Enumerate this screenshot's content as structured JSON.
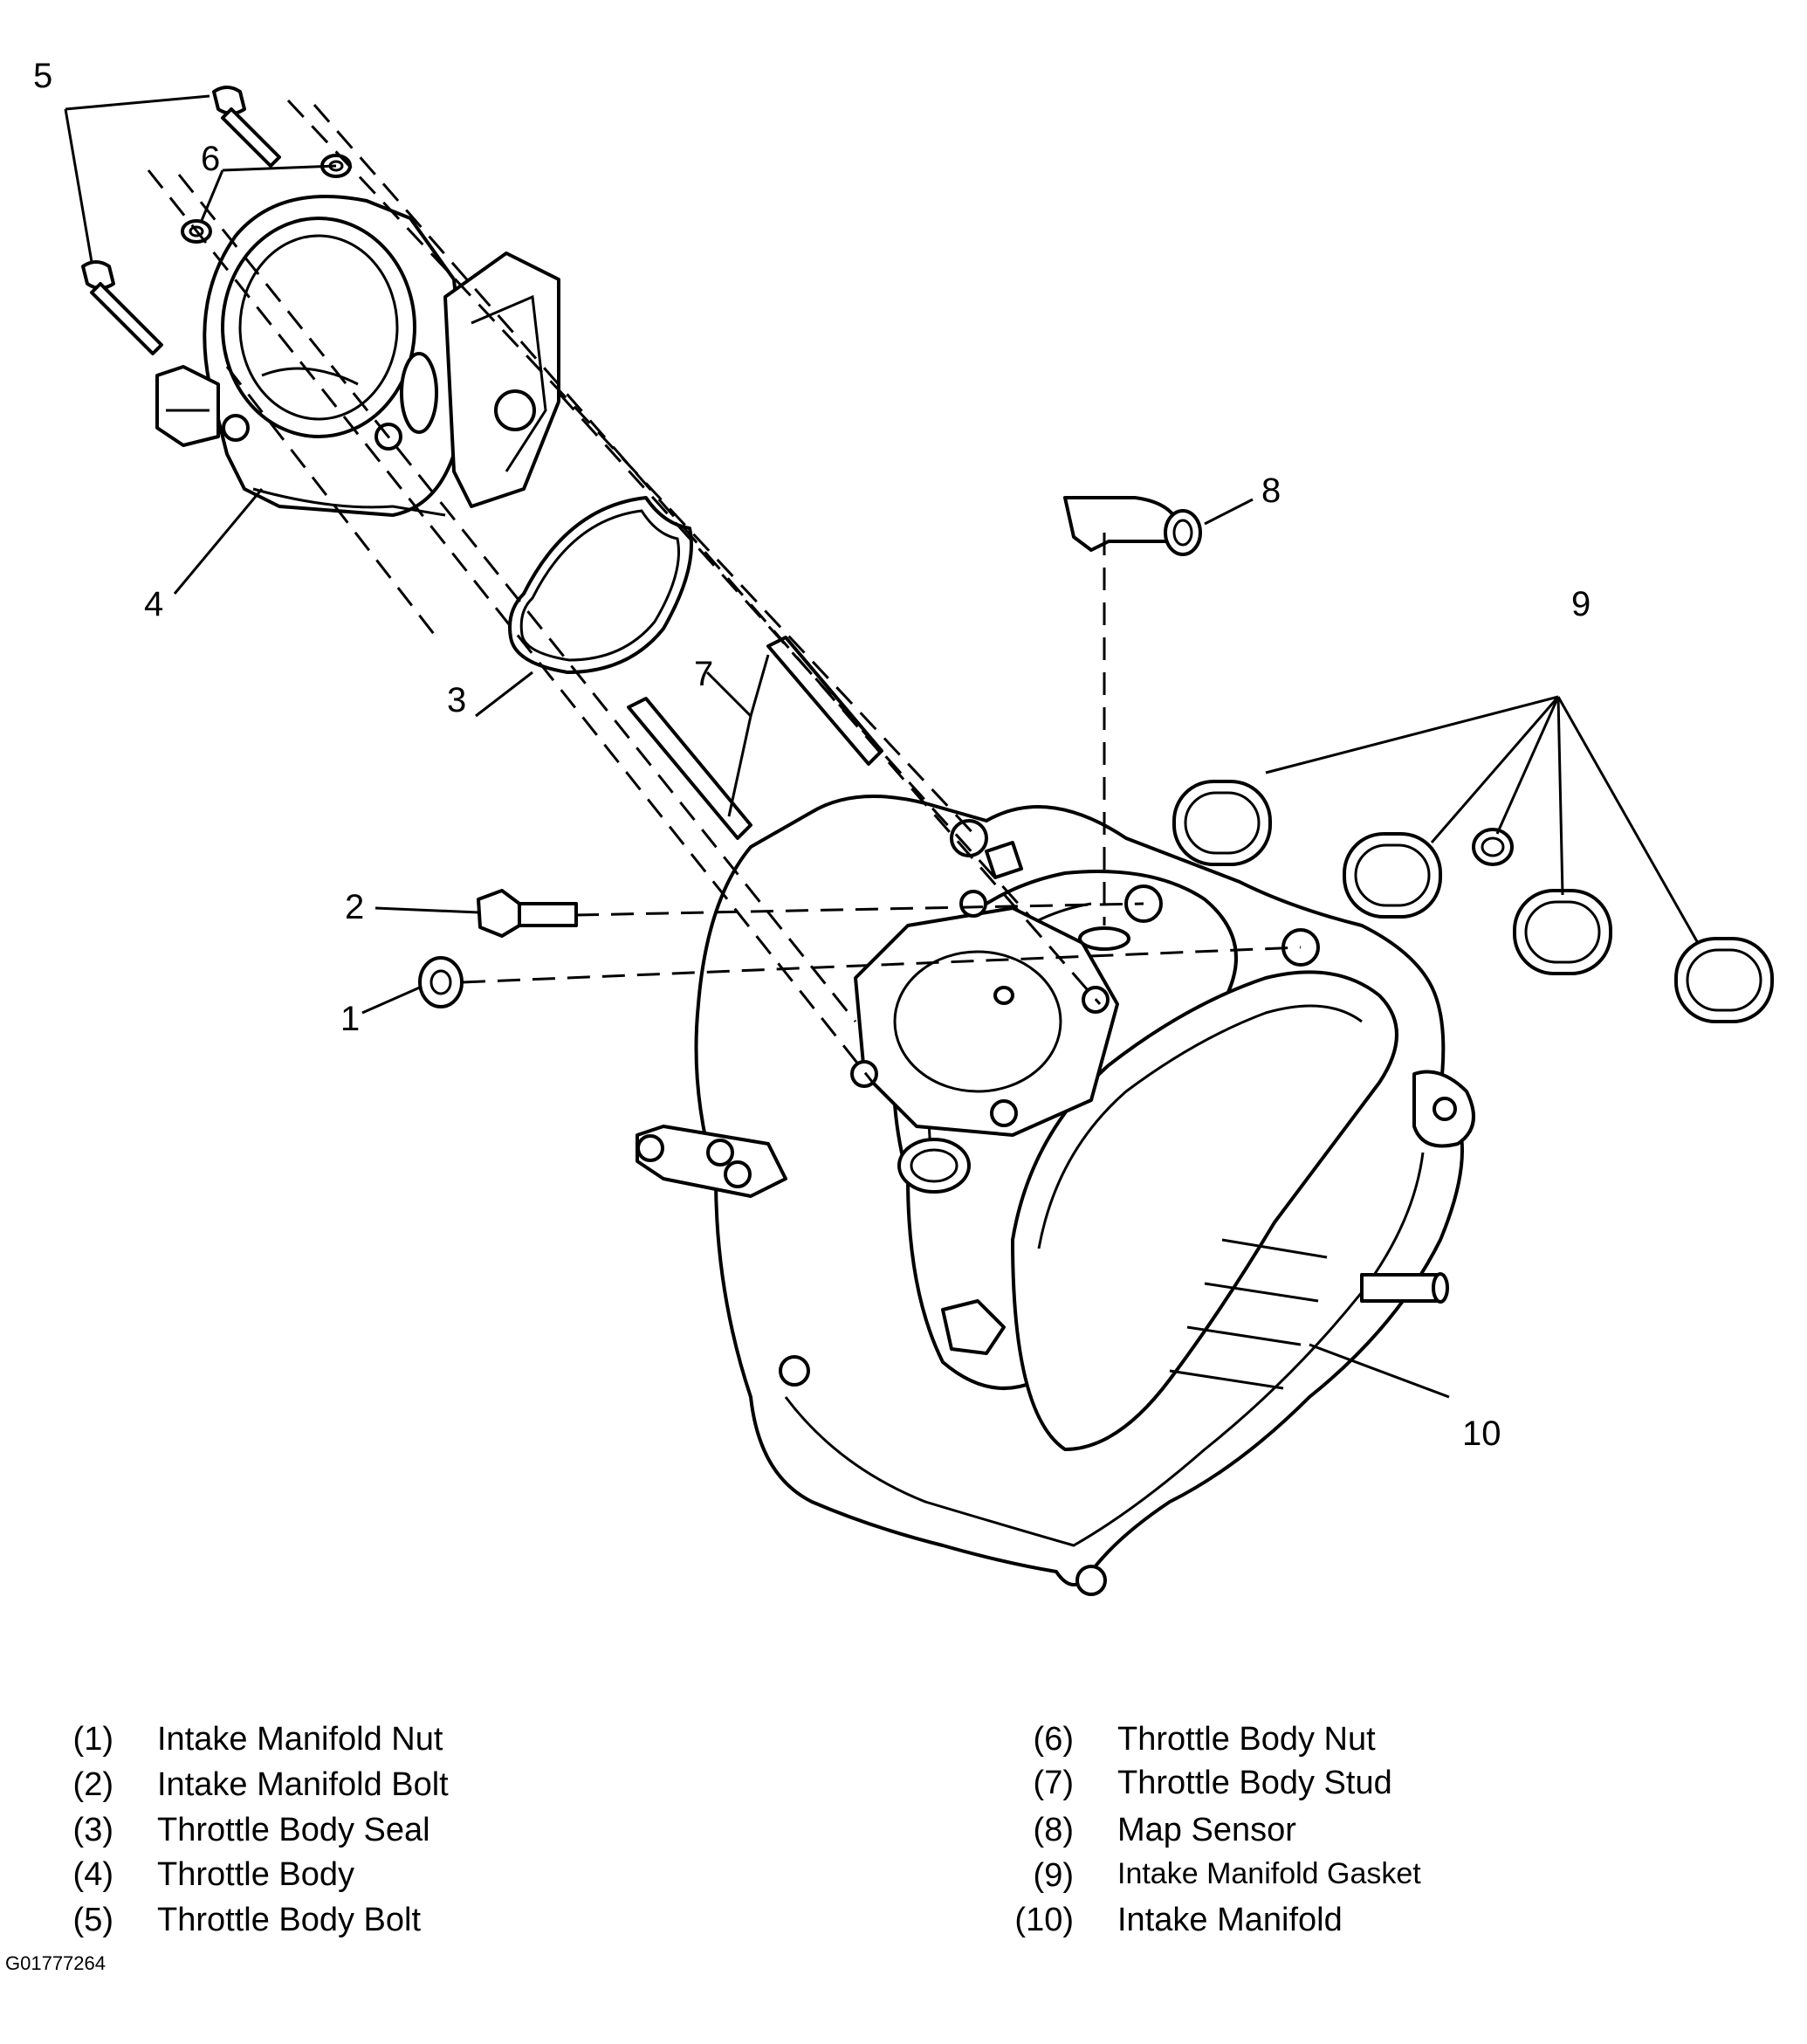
{
  "callouts": [
    "1",
    "2",
    "3",
    "4",
    "5",
    "6",
    "7",
    "8",
    "9",
    "10"
  ],
  "legend_left": [
    {
      "num": "(1)",
      "label": "Intake Manifold Nut"
    },
    {
      "num": "(2)",
      "label": "Intake Manifold Bolt"
    },
    {
      "num": "(3)",
      "label": "Throttle Body Seal"
    },
    {
      "num": "(4)",
      "label": "Throttle Body"
    },
    {
      "num": "(5)",
      "label": "Throttle Body Bolt"
    }
  ],
  "legend_right": [
    {
      "num": "(6)",
      "label": "Throttle Body Nut"
    },
    {
      "num": "(7)",
      "label": "Throttle Body Stud"
    },
    {
      "num": "(8)",
      "label": "Map Sensor"
    },
    {
      "num": "(9)",
      "label": "Intake Manifold Gasket"
    },
    {
      "num": "(10)",
      "label": "Intake Manifold"
    }
  ],
  "figure_id": "G01777264"
}
